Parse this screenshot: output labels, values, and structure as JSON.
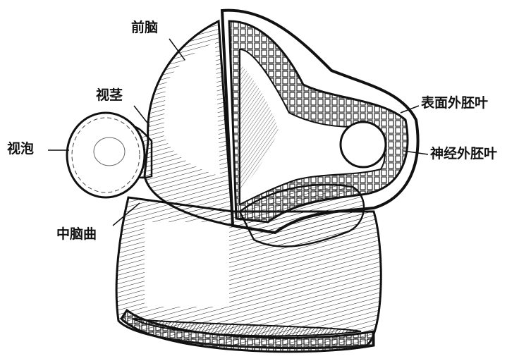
{
  "figure": {
    "labels": {
      "forebrain": "前脑",
      "optic_stalk": "视茎",
      "optic_vesicle": "视泡",
      "midbrain_flexure": "中脑曲",
      "surface_ectoderm": "表面外胚叶",
      "neural_ectoderm": "神经外胚叶"
    }
  },
  "colors": {
    "ink": "#111111",
    "paper": "#ffffff",
    "cells": "#333333"
  }
}
